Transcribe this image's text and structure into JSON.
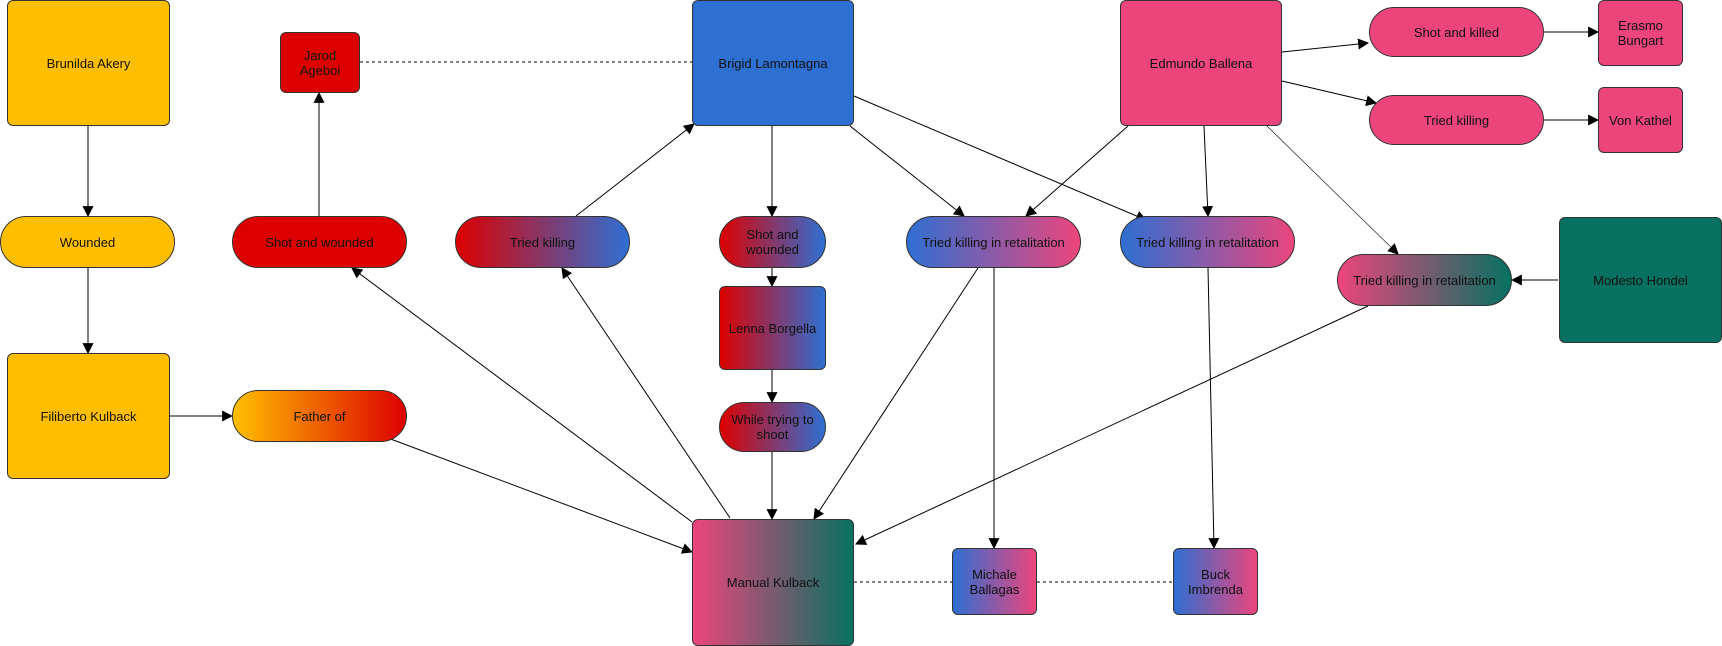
{
  "colors": {
    "yellow": "#ffbf00",
    "red": "#dd0000",
    "blue": "#2e6fd2",
    "pink": "#ec457c",
    "green": "#067161",
    "edge": "#000000"
  },
  "nodes": {
    "brunilda_akery": "Brunilda Akery",
    "wounded": "Wounded",
    "filiberto_kulback": "Filiberto Kulback",
    "father_of": "Father of",
    "jarod_ageboi": "Jarod Ageboi",
    "shot_and_wounded_left": "Shot and wounded",
    "tried_killing_left": "Tried killing",
    "brigid_lamontagna": "Brigid Lamontagna",
    "shot_and_wounded_center": "Shot and wounded",
    "lenna_borgella": "Lenna Borgella",
    "while_trying_to_shoot": "While trying to shoot",
    "manual_kulback": "Manual Kulback",
    "tried_killing_retaliation_1": "Tried killing in retalitation",
    "tried_killing_retaliation_2": "Tried killing in retalitation",
    "tried_killing_retaliation_3": "Tried killing in retalitation",
    "edmundo_ballena": "Edmundo Ballena",
    "shot_and_killed": "Shot and killed",
    "erasmo_bungart": "Erasmo Bungart",
    "tried_killing_right": "Tried killing",
    "von_kathel": "Von Kathel",
    "modesto_hondel": "Modesto Hondel",
    "michale_ballagas": "Michale Ballagas",
    "buck_imbrenda": "Buck Imbrenda"
  }
}
